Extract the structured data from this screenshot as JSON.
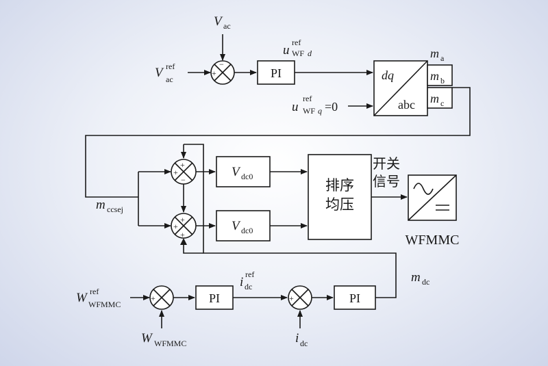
{
  "inputs": {
    "v_ac": {
      "sym": "V",
      "sub": "ac"
    },
    "v_ac_ref": {
      "sym": "V",
      "sub": "ac",
      "sup": "ref"
    },
    "u_wfd_ref": {
      "sym": "u",
      "sub": "WF",
      "sub_it": "d",
      "sup": "ref"
    },
    "u_wfq_ref": {
      "sym": "u",
      "sub": "WF",
      "sub_it": "q",
      "sup": "ref",
      "rhs": "=0"
    },
    "m_ccsej": {
      "sym": "m",
      "sub": "ccsej"
    },
    "w_wfmmc_ref": {
      "sym": "W",
      "sub": "WFMMC",
      "sup": "ref"
    },
    "w_wfmmc": {
      "sym": "W",
      "sub": "WFMMC"
    },
    "i_dc_ref": {
      "sym": "i",
      "sub": "dc",
      "sup": "ref"
    },
    "i_dc": {
      "sym": "i",
      "sub": "dc"
    },
    "m_dc": {
      "sym": "m",
      "sub": "dc"
    }
  },
  "outputs": {
    "m_a": {
      "sym": "m",
      "sub": "a"
    },
    "m_b": {
      "sym": "m",
      "sub": "b"
    },
    "m_c": {
      "sym": "m",
      "sub": "c"
    }
  },
  "blocks": {
    "pi_label": "PI",
    "dq_label": "dq",
    "abc_label": "abc",
    "vdc0": {
      "sym": "V",
      "sub": "dc0"
    },
    "sort_line1": "排序",
    "sort_line2": "均压",
    "switch_line1": "开关",
    "switch_line2": "信号",
    "converter_label": "WFMMC"
  },
  "signs": {
    "plus": "+",
    "minus": "−"
  }
}
